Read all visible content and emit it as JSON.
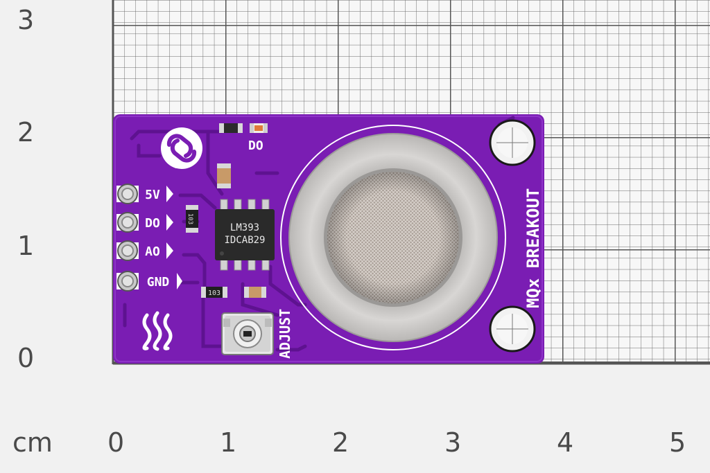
{
  "ruler": {
    "unit": "cm",
    "x_labels": [
      "0",
      "1",
      "2",
      "3",
      "4",
      "5"
    ],
    "y_labels": [
      "3",
      "2",
      "1",
      "0"
    ]
  },
  "board": {
    "title": "MQx BREAKOUT",
    "pins": [
      "5V",
      "DO",
      "AO",
      "GND"
    ],
    "led_label": "DO",
    "pot_label": "ADJUST",
    "ic_line1": "LM393",
    "ic_line2": "IDCAB29",
    "resistor_codes": [
      "103",
      "103"
    ],
    "color": "#7d1fb5"
  }
}
